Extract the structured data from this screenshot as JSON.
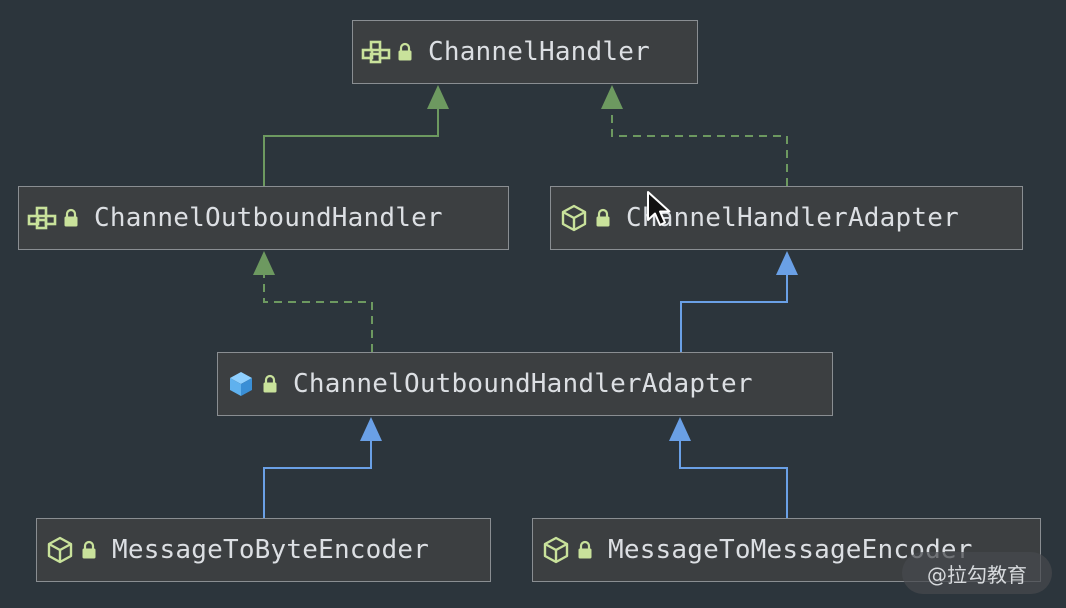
{
  "colors": {
    "background": "#2c353c",
    "node_fill": "#3c3f41",
    "node_border": "#8a8e92",
    "label_text": "#dcdfe3",
    "interface_arrow": "#6d9960",
    "class_arrow": "#6aa0e6",
    "interface_icon": "#c9e29b",
    "lock_icon": "#c9e29b",
    "abstract_class_icon": "#5fb1ee"
  },
  "nodes": [
    {
      "id": "channel-handler",
      "label": "ChannelHandler",
      "kind": "interface",
      "type_icon": "interface-icon",
      "lock_icon": "lock-icon"
    },
    {
      "id": "channel-outbound-handler",
      "label": "ChannelOutboundHandler",
      "kind": "interface",
      "type_icon": "interface-icon",
      "lock_icon": "lock-icon"
    },
    {
      "id": "channel-handler-adapter",
      "label": "ChannelHandlerAdapter",
      "kind": "class",
      "type_icon": "class-cube-icon",
      "lock_icon": "lock-icon"
    },
    {
      "id": "channel-outbound-handler-adapter",
      "label": "ChannelOutboundHandlerAdapter",
      "kind": "abstract-class",
      "type_icon": "abstract-class-cube-icon",
      "lock_icon": "lock-icon"
    },
    {
      "id": "message-to-byte-encoder",
      "label": "MessageToByteEncoder",
      "kind": "class",
      "type_icon": "class-cube-icon",
      "lock_icon": "lock-icon"
    },
    {
      "id": "message-to-message-encoder",
      "label": "MessageToMessageEncoder",
      "kind": "class",
      "type_icon": "class-cube-icon",
      "lock_icon": "lock-icon"
    }
  ],
  "edges": [
    {
      "from": "channel-outbound-handler",
      "to": "channel-handler",
      "relation": "extends",
      "style": "solid",
      "color": "#6d9960"
    },
    {
      "from": "channel-handler-adapter",
      "to": "channel-handler",
      "relation": "implements",
      "style": "dashed",
      "color": "#6d9960"
    },
    {
      "from": "channel-outbound-handler-adapter",
      "to": "channel-outbound-handler",
      "relation": "implements",
      "style": "dashed",
      "color": "#6d9960"
    },
    {
      "from": "channel-outbound-handler-adapter",
      "to": "channel-handler-adapter",
      "relation": "extends",
      "style": "solid",
      "color": "#6aa0e6"
    },
    {
      "from": "message-to-byte-encoder",
      "to": "channel-outbound-handler-adapter",
      "relation": "extends",
      "style": "solid",
      "color": "#6aa0e6"
    },
    {
      "from": "message-to-message-encoder",
      "to": "channel-outbound-handler-adapter",
      "relation": "extends",
      "style": "solid",
      "color": "#6aa0e6"
    }
  ],
  "watermark": {
    "text": "@拉勾教育"
  }
}
